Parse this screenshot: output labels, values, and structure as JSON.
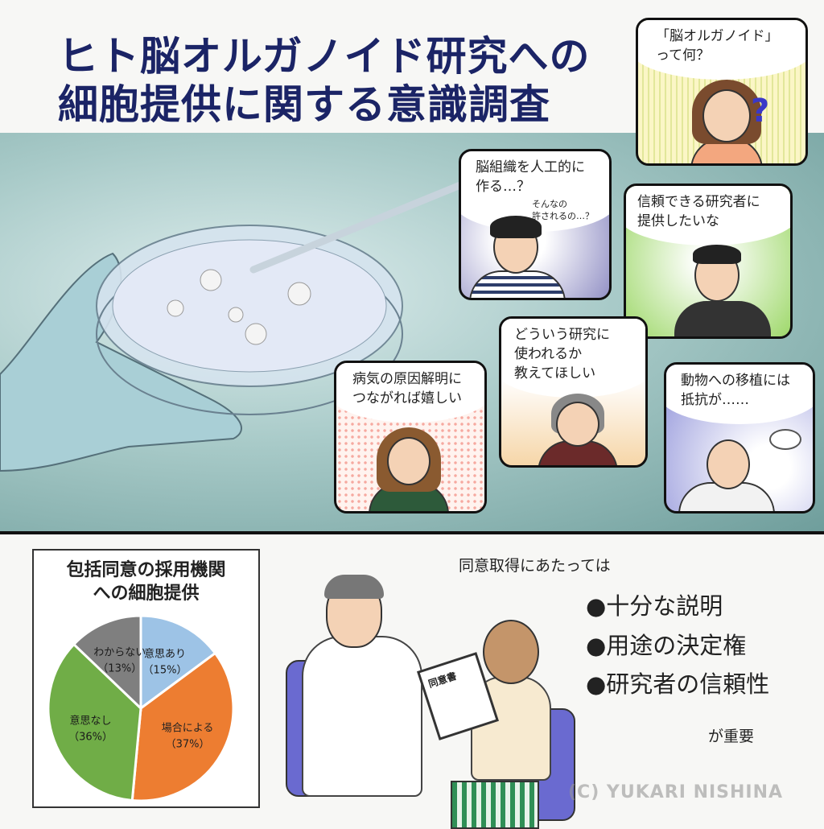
{
  "title": {
    "line1": "ヒト脳オルガノイド研究への",
    "line2": "細胞提供に関する意識調査"
  },
  "panels": [
    {
      "id": "what",
      "line1": "「脳オルガノイド」",
      "line2": "って何？",
      "mark": "?"
    },
    {
      "id": "artificial",
      "line1": "脳組織を人工的に",
      "line2": "作る…？",
      "sub1": "そんなの",
      "sub2": "許されるの…？"
    },
    {
      "id": "trust",
      "line1": "信頼できる研究者に",
      "line2": "提供したいな"
    },
    {
      "id": "usage",
      "line1": "どういう研究に",
      "line2": "使われるか",
      "line3": "教えてほしい"
    },
    {
      "id": "disease",
      "line1": "病気の原因解明に",
      "line2": "つながれば嬉しい"
    },
    {
      "id": "animal",
      "line1": "動物への移植には",
      "line2": "抵抗が……"
    }
  ],
  "chart_data": {
    "type": "pie",
    "title": "包括同意の採用機関への細胞提供",
    "title_line1": "包括同意の採用機関",
    "title_line2": "への細胞提供",
    "slices": [
      {
        "label": "意思あり",
        "value": 15,
        "pct_label": "（15%）",
        "color": "#9dc3e6"
      },
      {
        "label": "場合による",
        "value": 37,
        "pct_label": "（37%）",
        "color": "#ed7d31"
      },
      {
        "label": "意思なし",
        "value": 36,
        "pct_label": "（36%）",
        "color": "#70ad47"
      },
      {
        "label": "わからない",
        "value": 13,
        "pct_label": "（13%）",
        "color": "#7f7f7f"
      }
    ]
  },
  "consent": {
    "intro": "同意取得にあたっては",
    "points": [
      "●十分な説明",
      "●用途の決定権",
      "●研究者の信頼性"
    ],
    "outro": "が重要",
    "document_label": "同意書"
  },
  "watermark": "(C) YUKARI NISHINA"
}
